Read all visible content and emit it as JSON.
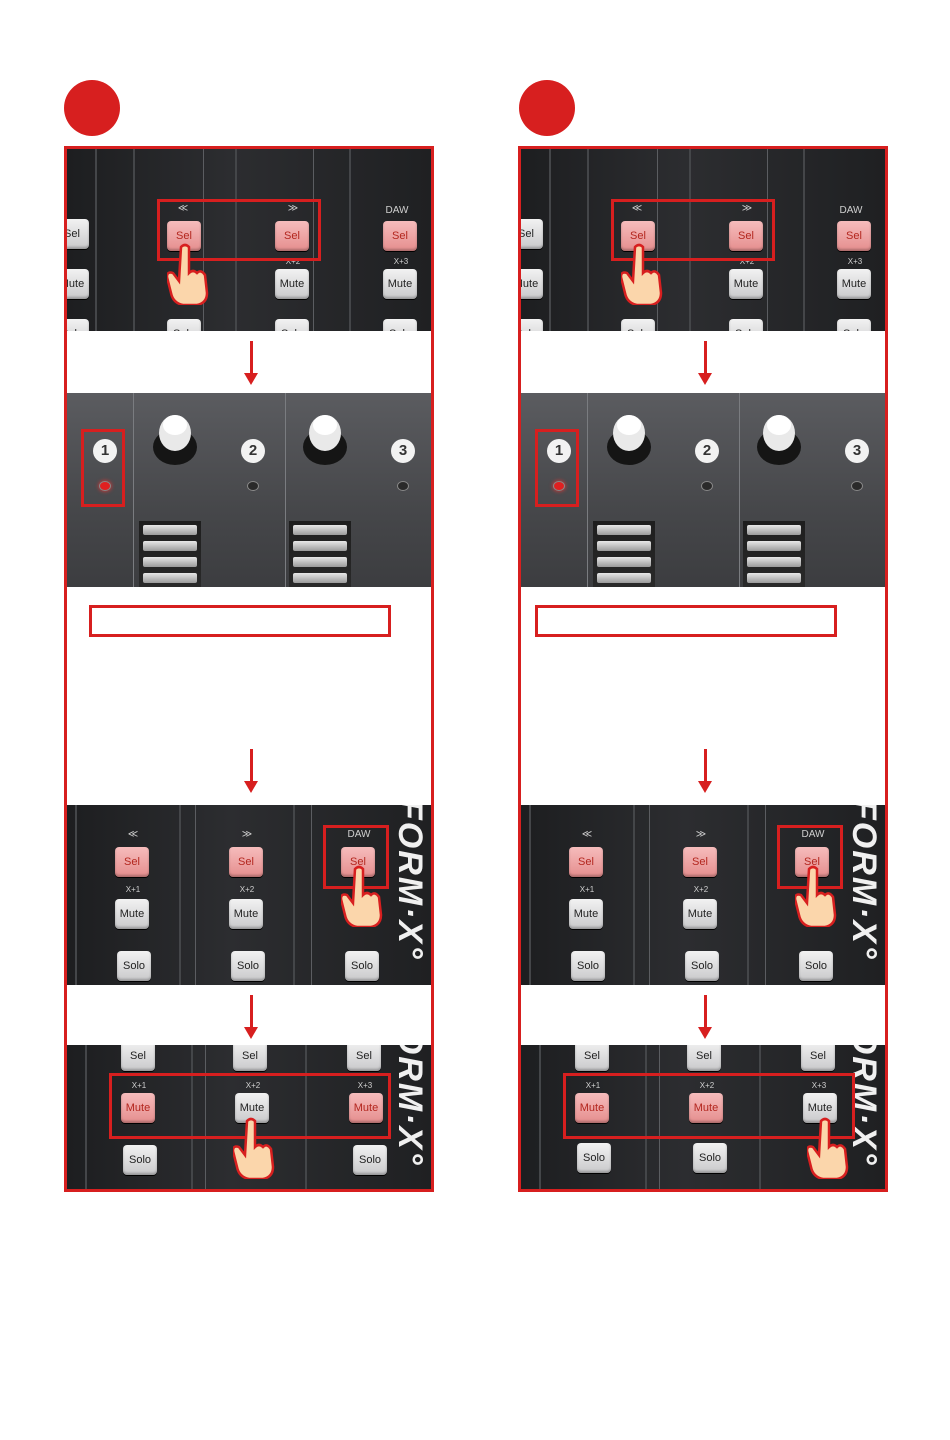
{
  "steps": [
    {
      "top_buttons": {
        "sel": "Sel",
        "mute": "Mute",
        "solo": "Solo",
        "daw": "DAW",
        "rew": "≪",
        "fwd": "≫",
        "x2": "X+2",
        "x3": "X+3"
      },
      "channels": [
        "1",
        "2",
        "3"
      ],
      "bottom_labels": {
        "rew": "≪",
        "fwd": "≫",
        "daw": "DAW",
        "x1": "X+1",
        "x2": "X+2",
        "x3": "X+3",
        "sel": "Sel",
        "mute": "Mute",
        "solo": "Solo"
      },
      "logo": "FORM·X°"
    },
    {
      "top_buttons": {
        "sel": "Sel",
        "mute": "Mute",
        "solo": "Solo",
        "daw": "DAW",
        "rew": "≪",
        "fwd": "≫",
        "x2": "X+2",
        "x3": "X+3"
      },
      "channels": [
        "1",
        "2",
        "3"
      ],
      "bottom_labels": {
        "rew": "≪",
        "fwd": "≫",
        "daw": "DAW",
        "x1": "X+1",
        "x2": "X+2",
        "x3": "X+3",
        "sel": "Sel",
        "mute": "Mute",
        "solo": "Solo"
      },
      "logo": "FORM·X°"
    }
  ],
  "colors": {
    "accent": "#d71f1f",
    "lit_button": "#f0a7a7"
  }
}
